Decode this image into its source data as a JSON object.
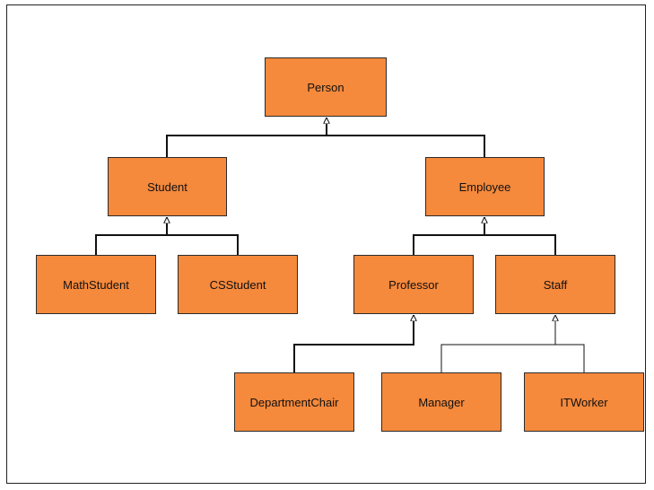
{
  "diagram": {
    "colors": {
      "node_fill": "#f5893c",
      "node_border": "#2b2b2b",
      "line": "#111111"
    },
    "nodes": {
      "person": "Person",
      "student": "Student",
      "employee": "Employee",
      "math_student": "MathStudent",
      "cs_student": "CSStudent",
      "professor": "Professor",
      "staff": "Staff",
      "department_chair": "DepartmentChair",
      "manager": "Manager",
      "it_worker": "ITWorker"
    },
    "relations": [
      {
        "child": "Student",
        "parent": "Person"
      },
      {
        "child": "Employee",
        "parent": "Person"
      },
      {
        "child": "MathStudent",
        "parent": "Student"
      },
      {
        "child": "CSStudent",
        "parent": "Student"
      },
      {
        "child": "Professor",
        "parent": "Employee"
      },
      {
        "child": "Staff",
        "parent": "Employee"
      },
      {
        "child": "DepartmentChair",
        "parent": "Professor"
      },
      {
        "child": "Manager",
        "parent": "Staff"
      },
      {
        "child": "ITWorker",
        "parent": "Staff"
      }
    ]
  }
}
